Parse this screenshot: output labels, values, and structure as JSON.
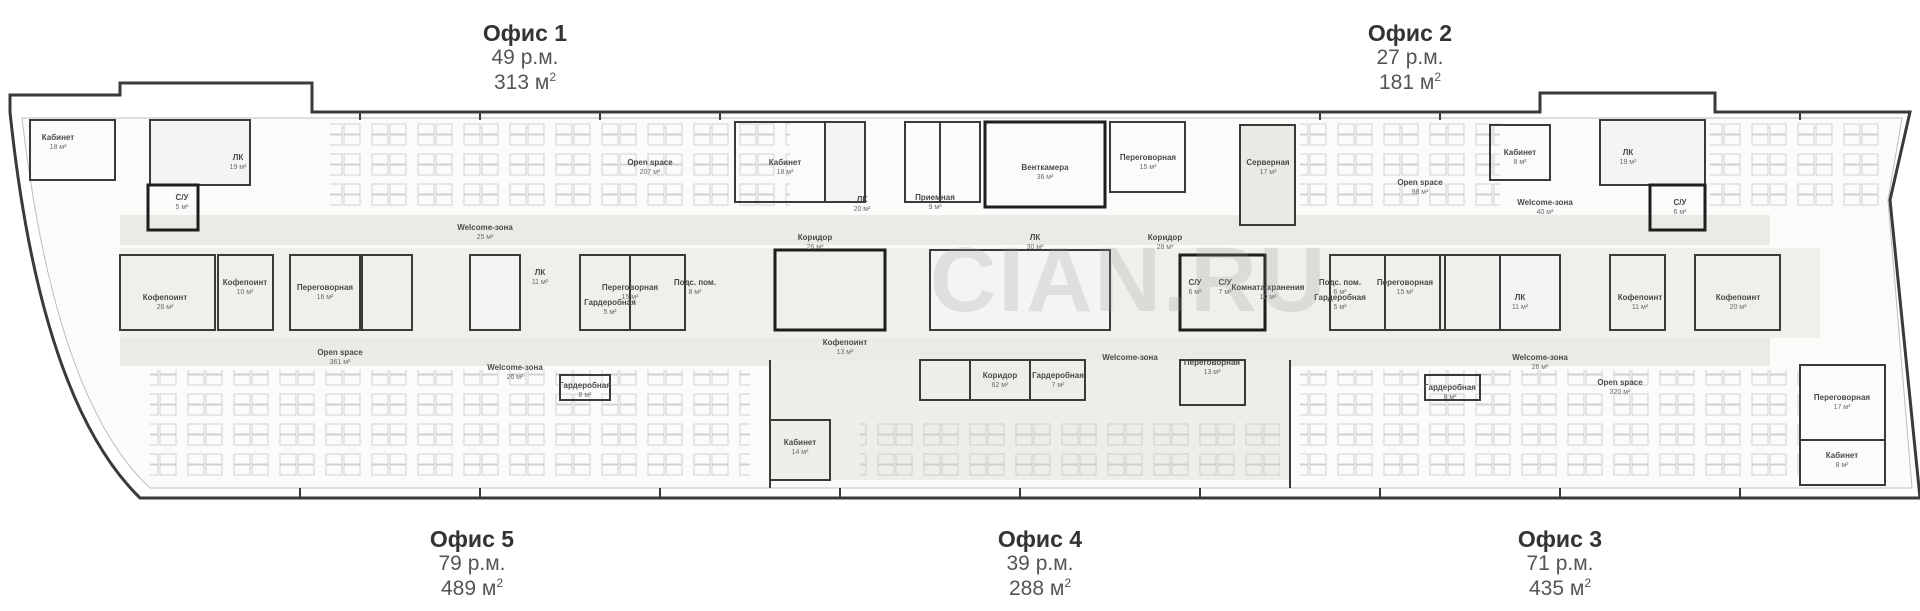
{
  "offices": [
    {
      "id": "office-1",
      "name": "Офис 1",
      "seats": "49 р.м.",
      "area": "313 м",
      "unit_sup": "2"
    },
    {
      "id": "office-2",
      "name": "Офис 2",
      "seats": "27 р.м.",
      "area": "181 м",
      "unit_sup": "2"
    },
    {
      "id": "office-5",
      "name": "Офис 5",
      "seats": "79 р.м.",
      "area": "489 м",
      "unit_sup": "2"
    },
    {
      "id": "office-4",
      "name": "Офис 4",
      "seats": "39 р.м.",
      "area": "288 м",
      "unit_sup": "2"
    },
    {
      "id": "office-3",
      "name": "Офис 3",
      "seats": "71 р.м.",
      "area": "435 м",
      "unit_sup": "2"
    }
  ],
  "rooms": [
    {
      "name": "Кабинет",
      "area": "18 м²"
    },
    {
      "name": "ЛК",
      "area": "19 м²"
    },
    {
      "name": "С/У",
      "area": "5 м²"
    },
    {
      "name": "Welcome-зона",
      "area": "25 м²"
    },
    {
      "name": "Open space",
      "area": "207 м²"
    },
    {
      "name": "Кабинет",
      "area": "18 м²"
    },
    {
      "name": "ЛК",
      "area": "20 м²"
    },
    {
      "name": "Приемная",
      "area": "9 м²"
    },
    {
      "name": "Венткамера",
      "area": "36 м²"
    },
    {
      "name": "Переговорная",
      "area": "15 м²"
    },
    {
      "name": "Серверная",
      "area": "17 м²"
    },
    {
      "name": "Open space",
      "area": "98 м²"
    },
    {
      "name": "Кабинет",
      "area": "8 м²"
    },
    {
      "name": "Welcome-зона",
      "area": "40 м²"
    },
    {
      "name": "ЛК",
      "area": "19 м²"
    },
    {
      "name": "С/У",
      "area": "6 м²"
    },
    {
      "name": "Кофепоинт",
      "area": "26 м²"
    },
    {
      "name": "Кофепоинт",
      "area": "10 м²"
    },
    {
      "name": "Переговорная",
      "area": "16 м²"
    },
    {
      "name": "ЛК",
      "area": "11 м²"
    },
    {
      "name": "Переговорная",
      "area": "15 м²"
    },
    {
      "name": "Подс. пом.",
      "area": "8 м²"
    },
    {
      "name": "Коридор",
      "area": "26 м²"
    },
    {
      "name": "ЛК",
      "area": "30 м²"
    },
    {
      "name": "Коридор",
      "area": "28 м²"
    },
    {
      "name": "С/У",
      "area": "6 м²"
    },
    {
      "name": "С/У",
      "area": "7 м²"
    },
    {
      "name": "Комната хранения",
      "area": "10 м²"
    },
    {
      "name": "Подс. пом.",
      "area": "6 м²"
    },
    {
      "name": "Переговорная",
      "area": "15 м²"
    },
    {
      "name": "ЛК",
      "area": "11 м²"
    },
    {
      "name": "Кофепоинт",
      "area": "11 м²"
    },
    {
      "name": "Кофепоинт",
      "area": "20 м²"
    },
    {
      "name": "Open space",
      "area": "361 м²"
    },
    {
      "name": "Welcome-зона",
      "area": "26 м²"
    },
    {
      "name": "Гардеробная",
      "area": "8 м²"
    },
    {
      "name": "Гардеробная",
      "area": "5 м²"
    },
    {
      "name": "Кофепоинт",
      "area": "13 м²"
    },
    {
      "name": "Коридор",
      "area": "62 м²"
    },
    {
      "name": "Гардеробная",
      "area": "7 м²"
    },
    {
      "name": "Welcome-зона",
      "area": ""
    },
    {
      "name": "Переговорная",
      "area": "13 м²"
    },
    {
      "name": "Кабинет",
      "area": "14 м²"
    },
    {
      "name": "Гардеробная",
      "area": "5 м²"
    },
    {
      "name": "Гардеробная",
      "area": "8 м²"
    },
    {
      "name": "Welcome-зона",
      "area": "26 м²"
    },
    {
      "name": "Open space",
      "area": "320 м²"
    },
    {
      "name": "Переговорная",
      "area": "17 м²"
    },
    {
      "name": "Кабинет",
      "area": "8 м²"
    }
  ],
  "watermark": "CIAN.RU",
  "colors": {
    "wall": "#3a3a3a",
    "floor": "#ffffff",
    "zone": "#eceae4",
    "line": "#b9b9b9",
    "dark": "#1e1e1e"
  }
}
